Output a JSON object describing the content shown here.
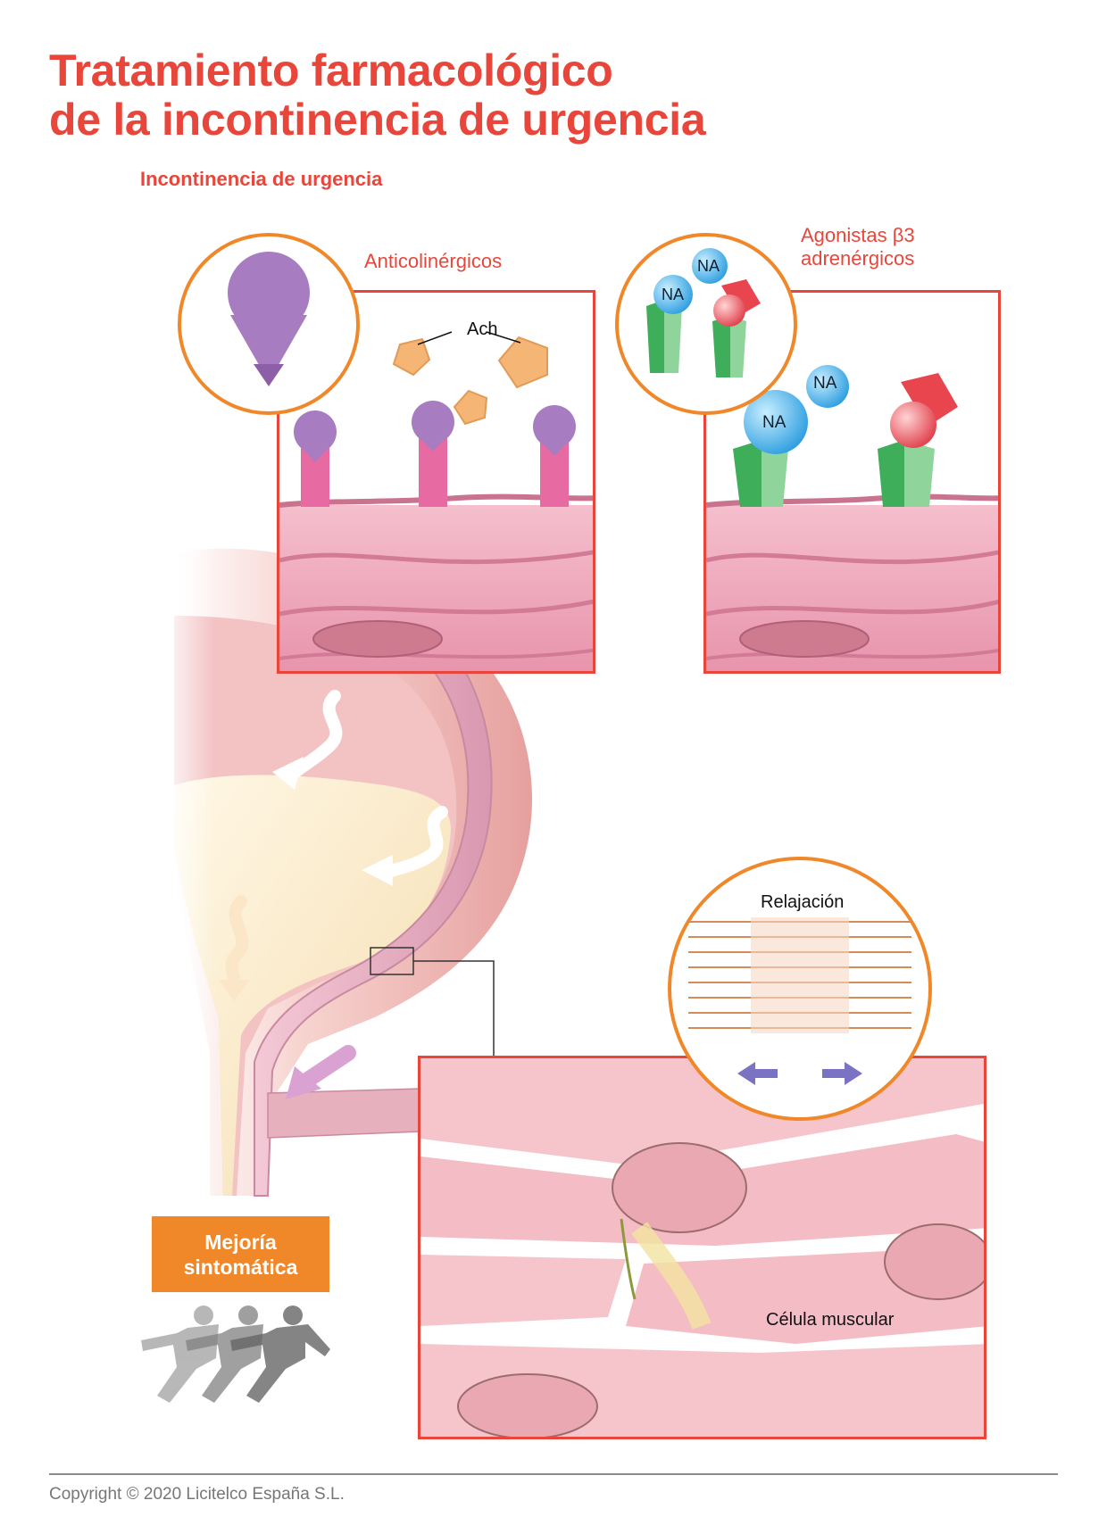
{
  "title_line1": "Tratamiento farmacológico",
  "title_line2": "de la incontinencia de urgencia",
  "subtitle": "Incontinencia de urgencia",
  "labels": {
    "anticolinergicos": "Anticolinérgicos",
    "agonistas_line1": "Agonistas β3",
    "agonistas_line2": "adrenérgicos",
    "ach": "Ach",
    "na": "NA",
    "relajacion": "Relajación",
    "celula_muscular": "Célula muscular"
  },
  "badge": {
    "line1": "Mejoría",
    "line2": "sintomática"
  },
  "copyright": "Copyright © 2020 Licitelco España S.L.",
  "colors": {
    "accent_red": "#e8463a",
    "orange": "#f0882a",
    "purple_antagonist": "#a77cc0",
    "green_receptor": "#3fae5a",
    "blue_na": "#2f9fe0",
    "muscle_pink": "#efa4b6",
    "ach_orange": "#f4b575",
    "arrow_blue": "#7a72c2"
  }
}
